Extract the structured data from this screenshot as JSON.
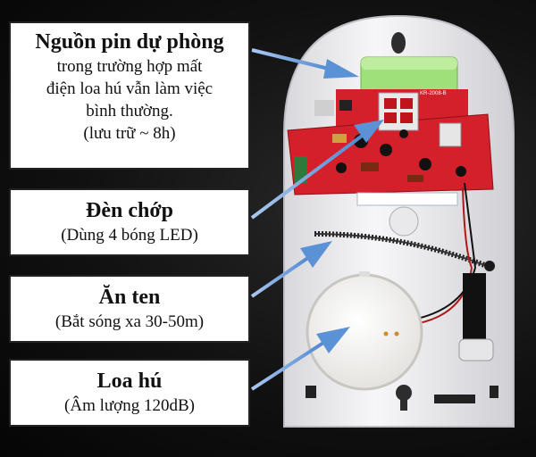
{
  "callouts": [
    {
      "title": "Nguồn pin dự phòng",
      "lines": [
        "trong trường hợp mất",
        "điện loa hú vẫn làm việc",
        "bình thường.",
        "(lưu trữ ~ 8h)"
      ]
    },
    {
      "title": "Đèn chớp",
      "lines": [
        "(Dùng 4 bóng LED)"
      ]
    },
    {
      "title": "Ăn ten",
      "lines": [
        "(Bắt sóng xa 30-50m)"
      ]
    },
    {
      "title": "Loa hú",
      "lines": [
        "(Âm lượng 120dB)"
      ]
    }
  ],
  "pcb_labels": {
    "board_code": "KR-2008-B"
  },
  "colors": {
    "arrow": "#6f9fd8",
    "pcb": "#d4202a",
    "housing": "#f2f2f4",
    "battery": "#9fe07a"
  }
}
